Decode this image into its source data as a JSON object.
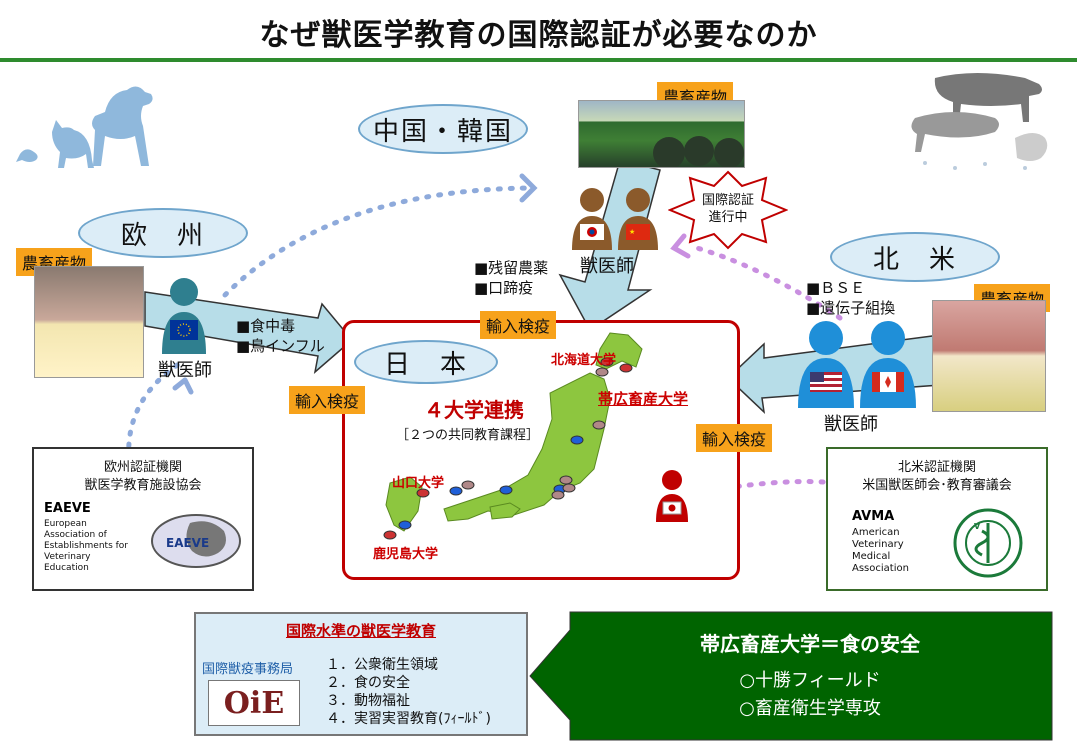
{
  "title": "なぜ獣医学教育の国際認証が必要なのか",
  "regions": {
    "china_korea": "中国・韓国",
    "europe": "欧　州",
    "north_america": "北　米",
    "japan": "日　本"
  },
  "produce_label": "農畜産物",
  "import_quarantine": "輸入検疫",
  "veterinarian": "獣医師",
  "international_badge": [
    "国際認証",
    "進行中"
  ],
  "europe_risks": [
    "■食中毒",
    "■鳥インフル"
  ],
  "asia_risks": [
    "■残留農薬",
    "■口蹄疫"
  ],
  "na_risks": [
    "■ＢＳＥ",
    "■遺伝子組換"
  ],
  "japan": {
    "heading": "４大学連携",
    "subheading": "［２つの共同教育課程］",
    "universities": {
      "hokkaido": "北海道大学",
      "obihiro": "帯広畜産大学",
      "yamaguchi": "山口大学",
      "kagoshima": "鹿児島大学"
    }
  },
  "eaeve": {
    "header": [
      "欧州認証機関",
      "獣医学教育施設協会"
    ],
    "acronym": "EAEVE",
    "full_name": [
      "European",
      "Association of",
      "Establishments for",
      "Veterinary",
      "Education"
    ]
  },
  "avma": {
    "header": [
      "北米認証機関",
      "米国獣医師会･教育審議会"
    ],
    "acronym": "AVMA",
    "full_name": [
      "American",
      "Veterinary",
      "Medical",
      "Association"
    ]
  },
  "standard_box": {
    "title": "国際水準の獣医学教育",
    "oie_label": "国際獣疫事務局",
    "oie_logo": "OiE",
    "items": [
      "１．公衆衛生領域",
      "２．食の安全",
      "３．動物福祉",
      "４．実習実習教育(ﾌｨｰﾙﾄﾞ)"
    ]
  },
  "obihiro_box": {
    "title": "帯広畜産大学＝食の安全",
    "lines": [
      "○十勝フィールド",
      "○畜産衛生学専攻"
    ]
  },
  "colors": {
    "green": "#2e8b2e",
    "dark_green": "#006400",
    "orange": "#f7a21b",
    "red": "#c00000",
    "light_blue": "#dcedf7",
    "arrow_blue": "#b7dde8",
    "vet_blue": "#1f8fd8",
    "vet_brown": "#8b5a2b",
    "vet_teal": "#2f7f8f"
  }
}
